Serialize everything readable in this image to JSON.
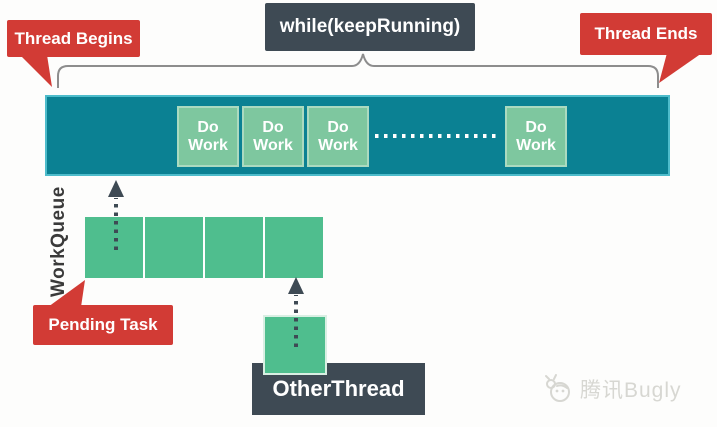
{
  "header": {
    "while_label": "while(keepRunning)",
    "thread_begins_label": "Thread Begins",
    "thread_ends_label": "Thread Ends"
  },
  "thread_bar": {
    "do_work_labels": [
      "Do Work",
      "Do Work",
      "Do Work",
      "Do Work"
    ]
  },
  "work_queue": {
    "label": "WorkQueue",
    "cell_count": 4,
    "pending_task_label": "Pending Task"
  },
  "other_thread": {
    "label": "OtherThread"
  },
  "watermark": {
    "text": "腾讯Bugly",
    "icon": "bug-icon"
  },
  "colors": {
    "accent_red": "#d23b35",
    "dark_slate": "#3e4a54",
    "teal": "#0b8193",
    "light_green": "#7ec79f",
    "green": "#4fbe8e",
    "brace_gray": "#8d8d8d",
    "watermark_gray": "#d7d7d2"
  }
}
